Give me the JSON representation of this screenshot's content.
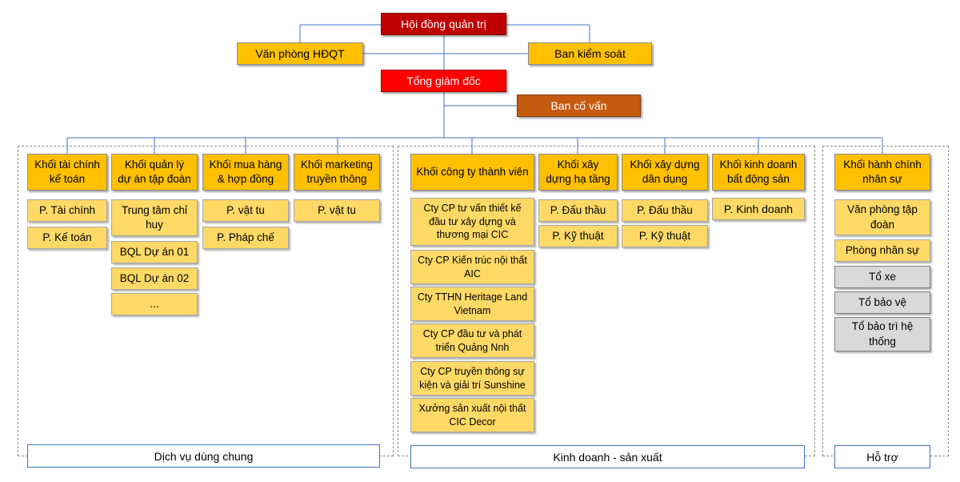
{
  "top": {
    "board": "Hội đồng quản trị",
    "board_office": "Văn phòng HĐQT",
    "supervisory": "Ban kiểm soát",
    "ceo": "Tổng giám đốc",
    "advisors": "Ban cố vấn"
  },
  "blocks": {
    "finance": {
      "title": "Khối tài chính kế toán",
      "items": [
        "P. Tài chính",
        "P. Kế toán"
      ]
    },
    "project": {
      "title": "Khối quản lý dự án tập đoàn",
      "items": [
        "Trung tâm chỉ huy",
        "BQL Dự án 01",
        "BQL Dự án 02",
        "..."
      ]
    },
    "purchasing": {
      "title": "Khối mua hàng & hợp đồng",
      "items": [
        "P. vật tu",
        "P. Pháp chế"
      ]
    },
    "marketing": {
      "title": "Khối marketing truyền thông",
      "items": [
        "P. vật tu"
      ]
    },
    "members": {
      "title": "Khối công ty thành viên",
      "items": [
        "Cty CP tư vấn thiết kế đầu tư xây dựng và thương mại CIC",
        "Cty CP Kiến trúc nội thất AIC",
        "Cty TTHN Heritage Land Vietnam",
        "Cty CP đầu tư và phát triển Quảng Nnh",
        "Cty CP truyền thông sự kiện và giải trí Sunshine",
        "Xưởng sản xuất nội thất CIC Decor"
      ]
    },
    "infra": {
      "title": "Khối xây dựng hạ tầng",
      "items": [
        "P. Đấu thầu",
        "P. Kỹ thuật"
      ]
    },
    "civil": {
      "title": "Khối xây dựng dân dụng",
      "items": [
        "P. Đấu thầu",
        "P. Kỹ thuật"
      ]
    },
    "realestate": {
      "title": "Khối kinh doanh bất động sản",
      "items": [
        "P. Kinh doanh"
      ]
    },
    "admin": {
      "title": "Khối hành chính nhân sự",
      "items": [
        "Văn phòng tập đoàn",
        "Phòng nhân sự",
        "Tổ xe",
        "Tổ bảo vệ",
        "Tổ bảo trì hệ thống"
      ]
    }
  },
  "groups": {
    "shared": "Dịch vụ dùng chung",
    "business": "Kinh doanh - sản xuất",
    "support": "Hỗ trợ"
  },
  "colors": {
    "board": "#c00000",
    "ceo": "#ff0000",
    "advisors": "#c55a11",
    "block_header": "#ffc000",
    "sub_unit": "#ffd966",
    "support_unit": "#d9d9d9",
    "connector": "#4472c4"
  }
}
